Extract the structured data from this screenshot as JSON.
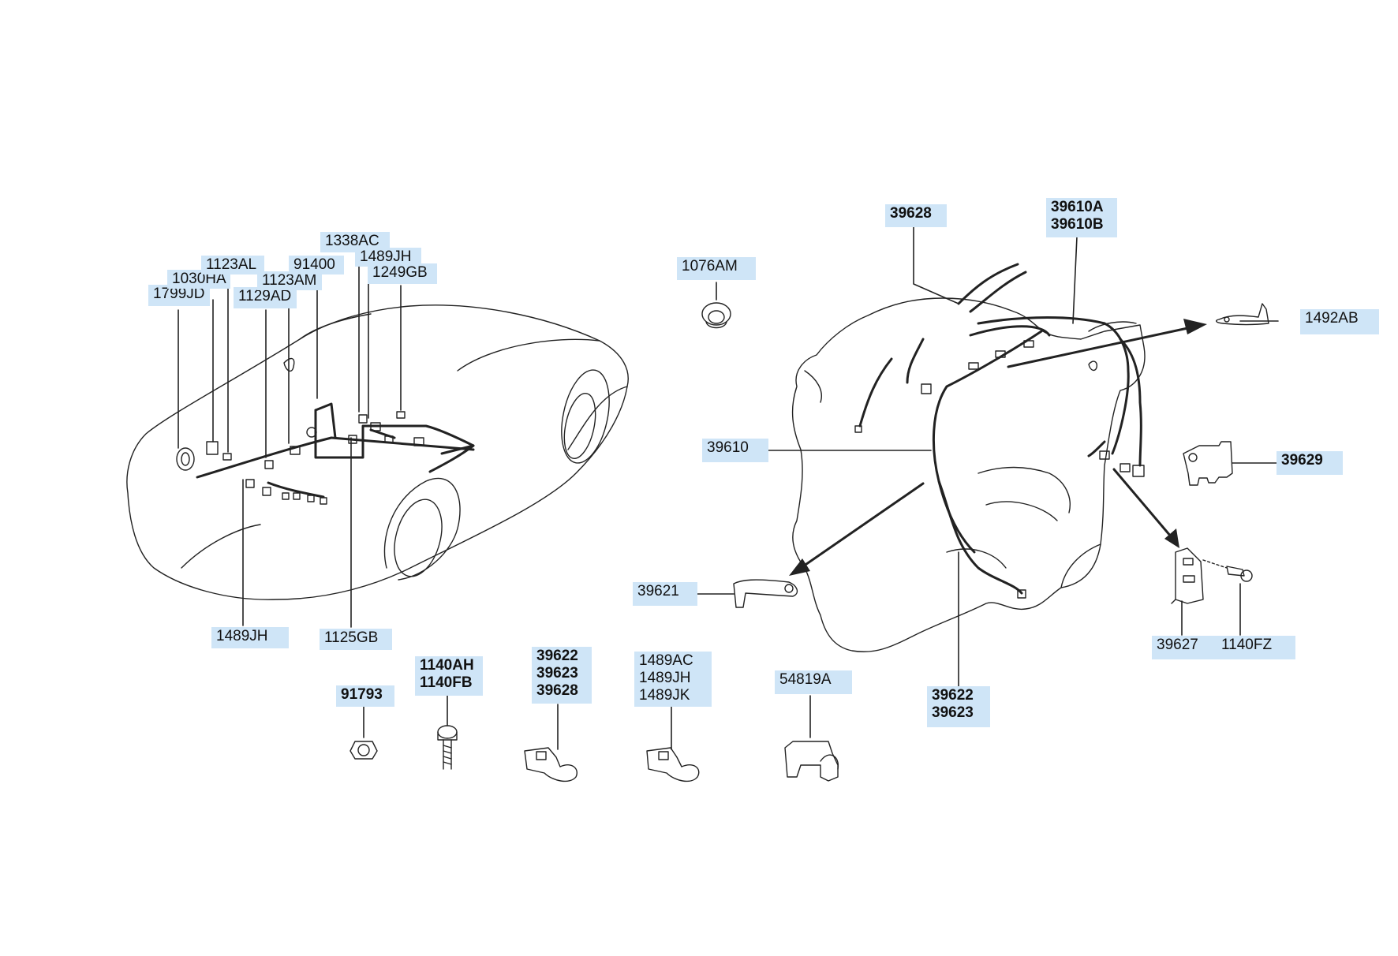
{
  "diagram": {
    "accent_color": "#cfe5f7",
    "line_color": "#222222",
    "left_view": {
      "labels": [
        "1799JD",
        "1030HA",
        "1123AL",
        "1129AD",
        "1123AM",
        "91400",
        "1338AC",
        "1489JH",
        "1249GB",
        "1489JH",
        "1125GB"
      ]
    },
    "right_view": {
      "labels": [
        "39628",
        "39610A",
        "39610B",
        "1076AM",
        "1492AB",
        "39629",
        "39610",
        "39621",
        "39627",
        "1140FZ",
        "39622",
        "39623"
      ]
    },
    "parts_row": {
      "labels": [
        "91793",
        "1140AH",
        "1140FB",
        "39622",
        "39623",
        "39628",
        "1489AC",
        "1489JH",
        "1489JK",
        "54819A"
      ]
    }
  }
}
